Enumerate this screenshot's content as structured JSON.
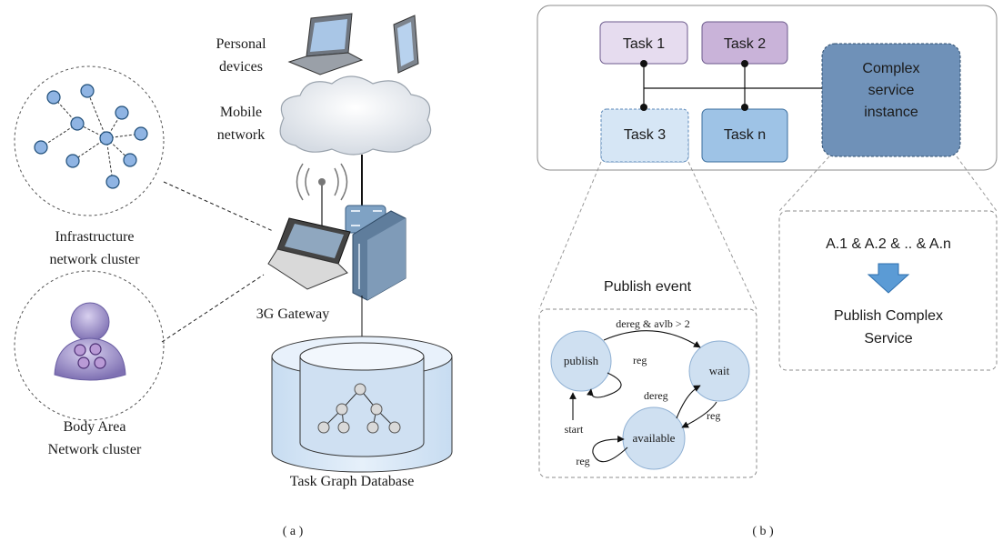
{
  "panel_a": {
    "caption": "( a )",
    "personal_devices": [
      "Personal",
      "devices"
    ],
    "mobile_network": [
      "Mobile",
      "network"
    ],
    "infrastructure": [
      "Infrastructure",
      "network cluster"
    ],
    "body_area": [
      "Body Area",
      "Network cluster"
    ],
    "gateway": "3G Gateway",
    "database": "Task Graph Database"
  },
  "panel_b": {
    "caption": "( b )",
    "tasks": {
      "task1": "Task 1",
      "task2": "Task 2",
      "task3": "Task 3",
      "taskn": "Task n"
    },
    "complex": [
      "Complex",
      "service",
      "instance"
    ],
    "publish_event": "Publish event",
    "states": {
      "publish": "publish",
      "wait": "wait",
      "available": "available"
    },
    "transitions": {
      "dereg_avlb": "dereg & avlb > 2",
      "reg_publish": "reg",
      "dereg": "dereg",
      "reg_available": "reg",
      "start": "start",
      "reg_self": "reg"
    },
    "condition": "A.1 & A.2 & .. & A.n",
    "publish_complex": [
      "Publish Complex",
      "Service"
    ]
  },
  "colors": {
    "node_fill": "#8fb4e3",
    "node_stroke": "#1f4e79",
    "task1": "#e6dcef",
    "task2": "#c9b3d9",
    "task3": "#d6e6f5",
    "taskn": "#9ec3e6",
    "complex": "#6f91b8",
    "state_fill": "#cfe0f1",
    "arrow": "#5b9bd5"
  }
}
